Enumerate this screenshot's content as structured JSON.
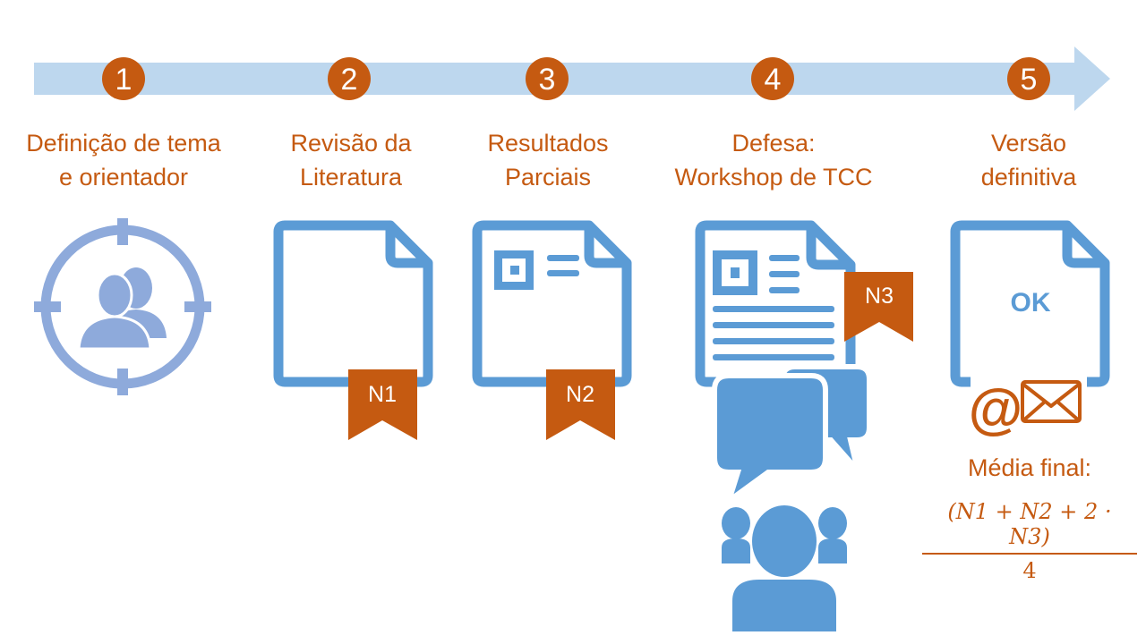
{
  "colors": {
    "accent": "#c55a11",
    "primary": "#5b9bd5",
    "arrow": "#bdd7ee",
    "target": "#8eaadb"
  },
  "steps": [
    {
      "number": "1",
      "line1": "Definição de tema",
      "line2": "e orientador",
      "icon": "target-people-icon"
    },
    {
      "number": "2",
      "line1": "Revisão da",
      "line2": "Literatura",
      "icon": "blank-document-icon",
      "grade": "N1"
    },
    {
      "number": "3",
      "line1": "Resultados",
      "line2": "Parciais",
      "icon": "partial-document-icon",
      "grade": "N2"
    },
    {
      "number": "4",
      "line1": "Defesa:",
      "line2": "Workshop de TCC",
      "icon": "full-document-icon",
      "grade": "N3"
    },
    {
      "number": "5",
      "line1": "Versão",
      "line2": "definitiva",
      "icon": "final-document-icon",
      "status": "OK"
    }
  ],
  "final": {
    "label": "Média final:",
    "numerator": "(N1 + N2 + 2 · N3)",
    "denominator": "4",
    "at_symbol": "@"
  }
}
